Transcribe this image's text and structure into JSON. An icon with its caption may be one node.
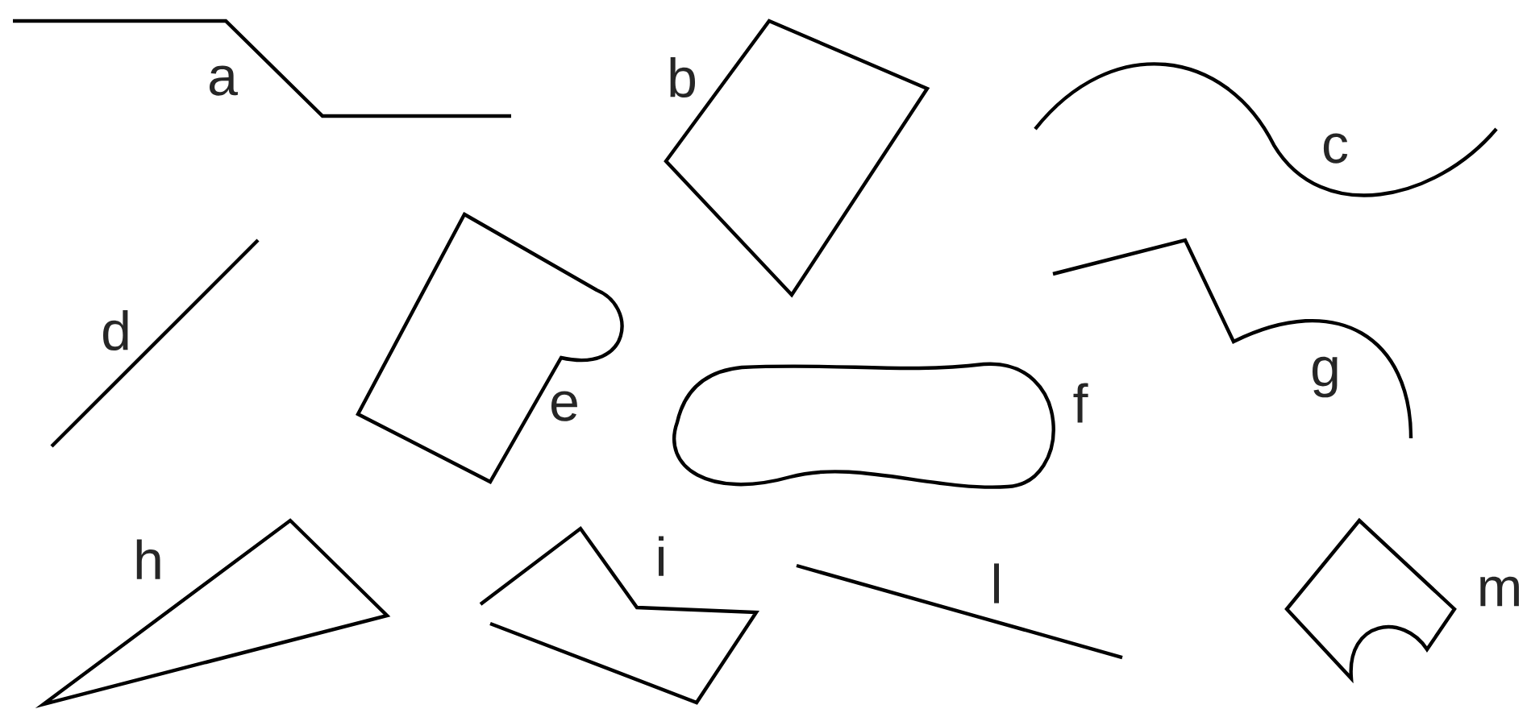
{
  "diagram": {
    "labels": [
      "a",
      "b",
      "c",
      "d",
      "e",
      "f",
      "g",
      "h",
      "i",
      "l",
      "m"
    ]
  }
}
